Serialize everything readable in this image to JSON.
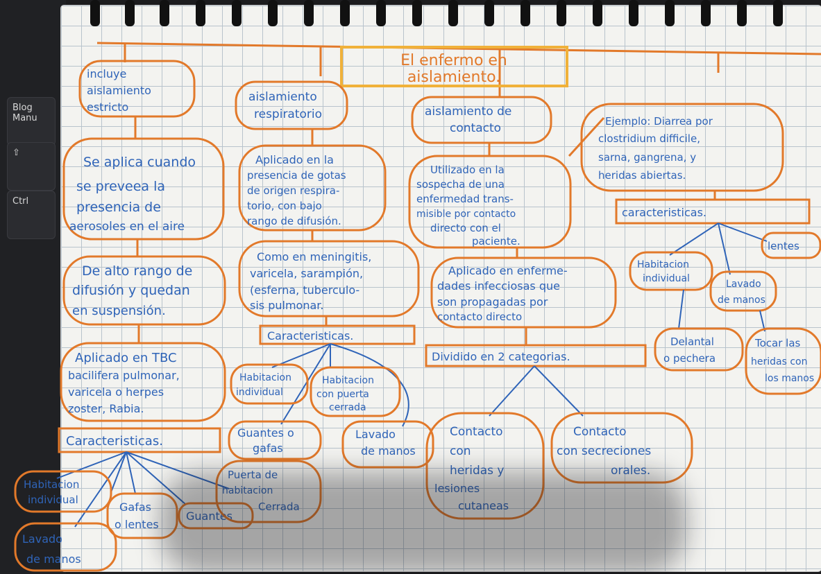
{
  "laptop": {
    "keys": [
      "Blog Manu",
      "⇧",
      "Ctrl"
    ]
  },
  "map": {
    "title_line1": "El enfermo en",
    "title_line2": "aislamiento.",
    "branches": [
      {
        "head": [
          "incluye",
          "aislamiento",
          "estricto"
        ],
        "steps": [
          [
            "Se aplica cuando",
            "se preveea la",
            "presencia de",
            "aerosoles en el aire"
          ],
          [
            "De alto rango de",
            "difusión y quedan",
            "en suspensión."
          ],
          [
            "Aplicado en TBC",
            "bacilifera pulmonar,",
            "varicela o herpes",
            "zoster, Rabia."
          ]
        ],
        "char_label": "Caracteristicas.",
        "items": [
          [
            "Habitacion",
            "individual"
          ],
          [
            "Gafas",
            "o lentes"
          ],
          [
            "Guantes"
          ],
          [
            "Puerta de",
            "habitacion",
            "Cerrada"
          ],
          [
            "Lavado",
            "de manos"
          ]
        ]
      },
      {
        "head": [
          "aislamiento",
          "respiratorio"
        ],
        "steps": [
          [
            "Aplicado en la",
            "presencia de gotas",
            "de origen respira-",
            "torio, con bajo",
            "rango de difusión."
          ],
          [
            "Como en meningitis,",
            "varicela, sarampión,",
            "(esferna, tuberculo-",
            "sis pulmonar."
          ]
        ],
        "char_label": "Caracteristicas.",
        "items": [
          [
            "Habitacion",
            "individual"
          ],
          [
            "Habitacion",
            "con puerta",
            "cerrada"
          ],
          [
            "Guantes o",
            "gafas"
          ],
          [
            "Lavado",
            "de manos"
          ]
        ]
      },
      {
        "head": [
          "aislamiento de",
          "contacto"
        ],
        "steps": [
          [
            "Utilizado en la",
            "sospecha de una",
            "enfermedad trans-",
            "misible por contacto",
            "directo con el",
            "paciente."
          ],
          [
            "Aplicado en enferme-",
            "dades infecciosas que",
            "son propagadas por",
            "contacto directo"
          ]
        ],
        "char_label": "Dividido en 2 categorias.",
        "items": [
          [
            "Contacto",
            "con",
            "heridas y",
            "lesiones",
            "cutaneas"
          ],
          [
            "Contacto",
            "con secreciones",
            "orales."
          ]
        ]
      },
      {
        "head": [
          "Ejemplo: Diarrea por",
          "clostridium difficile,",
          "sarna, gangrena, y",
          "heridas abiertas."
        ],
        "char_label": "caracteristicas.",
        "items": [
          [
            "Habitacion",
            "individual"
          ],
          [
            "lentes"
          ],
          [
            "Lavado",
            "de manos"
          ],
          [
            "Delantal",
            "o pechera"
          ],
          [
            "Tocar las",
            "heridas con",
            "los manos"
          ]
        ]
      }
    ]
  },
  "colors": {
    "ink_blue": "#2f64b8",
    "ink_orange": "#e2792a",
    "title_yellow": "#f0b13a",
    "grid": "#b8c3cc",
    "paper": "#f3f3f0"
  }
}
